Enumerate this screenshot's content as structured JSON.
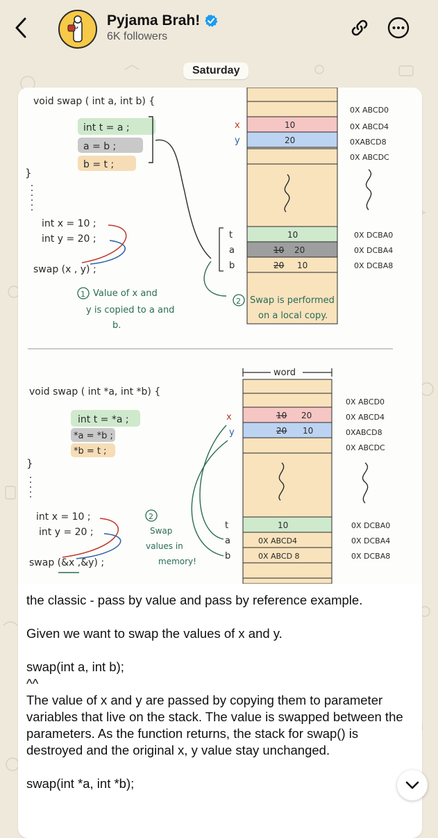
{
  "header": {
    "channel_name": "Pyjama Brah!",
    "followers": "6K followers"
  },
  "chat": {
    "date_label": "Saturday"
  },
  "sketch": {
    "top": {
      "signature": "void swap ( int a, int b) {",
      "body": [
        "int t = a ;",
        "a = b ;",
        "b = t ;"
      ],
      "close_brace": "}",
      "decl_x": "int x = 10 ;",
      "decl_y": "int y = 20 ;",
      "call": "swap (x , y) ;",
      "note1": [
        "Value of x and",
        "y is copied to a and",
        "b."
      ],
      "note1_num": "1",
      "note2": [
        "Swap is performed",
        "on a local copy."
      ],
      "note2_num": "2",
      "vars_upper": [
        "x",
        "y"
      ],
      "vars_lower": [
        "t",
        "a",
        "b"
      ],
      "cells_upper": [
        "10",
        "20"
      ],
      "cells_lower": [
        {
          "old": "",
          "val": "10"
        },
        {
          "old": "10",
          "val": "20"
        },
        {
          "old": "20",
          "val": "10"
        }
      ],
      "addr_upper": [
        "0X ABCD0",
        "0X ABCD4",
        "0XABCD8",
        "0X ABCDC"
      ],
      "addr_lower": [
        "0X DCBA0",
        "0X DCBA4",
        "0X DCBA8"
      ]
    },
    "bottom": {
      "word_label": "word",
      "signature": "void swap ( int *a, int *b) {",
      "body": [
        "int t = *a ;",
        "*a = *b ;",
        "*b = t ;"
      ],
      "close_brace": "}",
      "decl_x": "int x = 10 ;",
      "decl_y": "int y = 20 ;",
      "call": "swap (&x ,&y) ;",
      "note_num": "2",
      "note": [
        "Swap",
        "values in",
        "memory!"
      ],
      "vars_upper": [
        "x",
        "y"
      ],
      "vars_lower": [
        "t",
        "a",
        "b"
      ],
      "cells_upper": [
        {
          "old": "10",
          "val": "20"
        },
        {
          "old": "20",
          "val": "10"
        }
      ],
      "cells_lower": [
        "10",
        "0X ABCD4",
        "0X ABCD 8"
      ],
      "addr_upper": [
        "0X ABCD0",
        "0X ABCD4",
        "0XABCD8",
        "0X ABCDC"
      ],
      "addr_lower": [
        "0X DCBA0",
        "0X DCBA4",
        "0X DCBA8"
      ]
    }
  },
  "message": {
    "p1": "the classic - pass by value and pass by reference example.",
    "p2": "Given we want to swap the values of x and y.",
    "p3a": "swap(int a, int b);",
    "p3b": "^^",
    "p4": "The value of x and y are passed by copying them to parameter variables that live on the stack. The value is swapped between the parameters. As the function returns, the stack for swap() is destroyed and the original x, y value stay unchanged.",
    "p5": "swap(int *a, int *b);"
  },
  "colors": {
    "accent": "#1d9bf0",
    "cell_tan": "#f8e3bd",
    "cell_pink": "#f5c6c4",
    "cell_blue": "#bcd3f2",
    "cell_green": "#cfe9cd",
    "cell_gray": "#9e9e9e",
    "code_green": "#cfe9cd",
    "code_gray": "#c9c9c9",
    "code_tan": "#f6ddb6"
  }
}
